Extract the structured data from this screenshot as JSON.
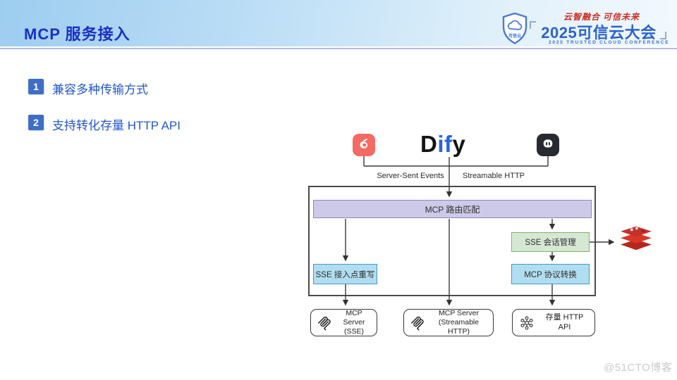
{
  "header": {
    "title": "MCP 服务接入",
    "logo": {
      "slogan": "云智融合 可信未来",
      "name": "2025可信云大会",
      "name_en": "2025 TRUSTED CLOUD CONFERENCE",
      "shield_text": "可信云"
    }
  },
  "bullets": [
    {
      "num": "1",
      "text": "兼容多种传输方式"
    },
    {
      "num": "2",
      "text": "支持转化存量 HTTP API"
    }
  ],
  "diagram": {
    "clients": {
      "left_icon": "cherry-studio-app-icon",
      "center_logo": {
        "d": "D",
        "i_f": "if",
        "y": "y"
      },
      "right_icon": "chatbox-app-icon"
    },
    "edges": {
      "left_label": "Server-Sent Events",
      "right_label": "Streamable HTTP"
    },
    "gateway": {
      "router": "MCP 路由匹配",
      "sse_session": "SSE 会话管理",
      "sse_rewrite": "SSE 接入点重写",
      "protocol_convert": "MCP 协议转换"
    },
    "backends": [
      {
        "line1": "MCP Server",
        "line2": "(SSE)",
        "icon": "mcp-logo-icon"
      },
      {
        "line1": "MCP Server",
        "line2": "(Streamable HTTP)",
        "icon": "mcp-logo-icon"
      },
      {
        "line1": "存量 HTTP API",
        "line2": "",
        "icon": "network-api-icon"
      }
    ],
    "store_icon": "redis-icon"
  },
  "watermark": "@51CTO博客",
  "colors": {
    "title_blue": "#1b2ec6",
    "bullet_square": "#3f6ec6",
    "bullet_text": "#2156cc",
    "router_fill": "#cdc9e8",
    "router_border": "#8c85c2",
    "green_fill": "#d5e8d4",
    "green_border": "#82b366",
    "blue_fill": "#b1ddf1",
    "blue_border": "#3e9bc8",
    "dify_blue": "#2563eb",
    "redis_red": "#c6302b",
    "brand_blue": "#2c62cf",
    "slogan_red": "#cf2a1f"
  }
}
